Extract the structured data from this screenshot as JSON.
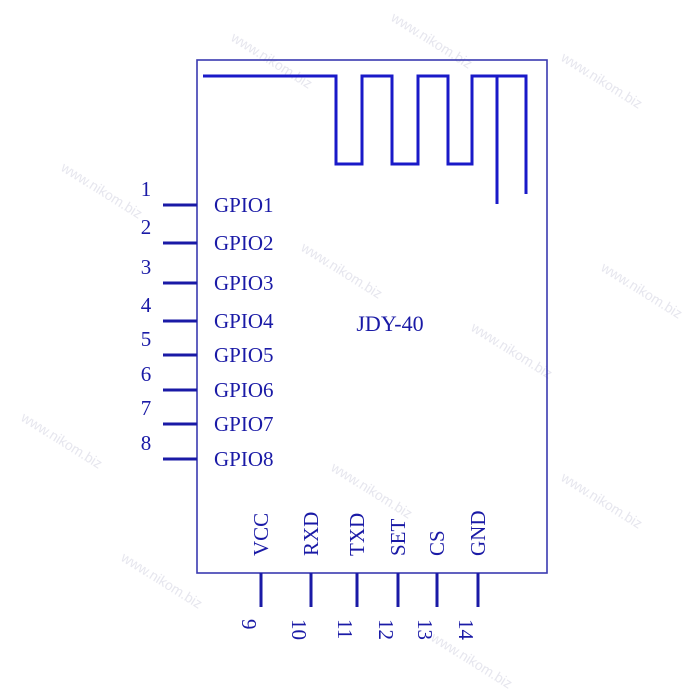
{
  "module": {
    "name": "JDY-40",
    "colors": {
      "outline": "#3a3ab0",
      "text": "#1a1aa6",
      "watermark": "#e6e6ee"
    }
  },
  "left_pins": [
    {
      "number": "1",
      "label": "GPIO1"
    },
    {
      "number": "2",
      "label": "GPIO2"
    },
    {
      "number": "3",
      "label": "GPIO3"
    },
    {
      "number": "4",
      "label": "GPIO4"
    },
    {
      "number": "5",
      "label": "GPIO5"
    },
    {
      "number": "6",
      "label": "GPIO6"
    },
    {
      "number": "7",
      "label": "GPIO7"
    },
    {
      "number": "8",
      "label": "GPIO8"
    }
  ],
  "bottom_pins": [
    {
      "number": "9",
      "label": "VCC"
    },
    {
      "number": "10",
      "label": "RXD"
    },
    {
      "number": "11",
      "label": "TXD"
    },
    {
      "number": "12",
      "label": "SET"
    },
    {
      "number": "13",
      "label": "CS"
    },
    {
      "number": "14",
      "label": "GND"
    }
  ],
  "watermark": "www.nikom.biz"
}
